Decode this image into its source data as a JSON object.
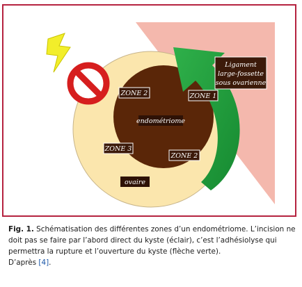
{
  "labels": {
    "ligament": [
      "Ligament",
      "large-fossette",
      "sous ovarienne"
    ],
    "zone1": "ZONE 1",
    "zone2_top": "ZONE 2",
    "zone2_bottom": "ZONE 2",
    "zone3": "ZONE 3",
    "endometrioma": "endométriome",
    "ovary": "ovaire"
  },
  "icons": {
    "lightning": "lightning-bolt-icon",
    "prohibition": "no-entry-icon",
    "arrow": "curved-arrow-icon"
  },
  "colors": {
    "frame": "#b5223f",
    "ligament_fill": "#f4b8ad",
    "ovary_fill": "#fbe6ad",
    "cyst_fill": "#5a2608",
    "arrow_green": "#1f9a3a",
    "lightning_yellow": "#f2ee2a",
    "prohibition_red": "#d61e1e",
    "label_bg": "#3c1a0a"
  },
  "caption": {
    "fig_label": "Fig. 1.",
    "text": "Schématisation des différentes zones d’un endométriome. L’incision ne doit pas se faire par l’abord direct du kyste (éclair), c’est l’adhésiolyse qui permettra la rupture et l’ouverture du kyste (flèche verte).",
    "source_prefix": "D’après ",
    "source_ref": "[4]",
    "source_suffix": "."
  }
}
